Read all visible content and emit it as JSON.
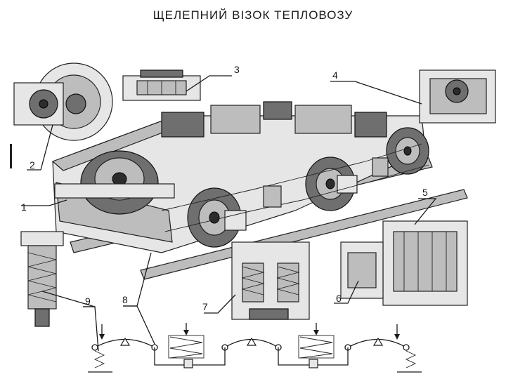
{
  "title": "ЩЕЛЕПНИЙ  ВІЗОК  ТЕПЛОВОЗУ",
  "callouts": [
    "1",
    "2",
    "3",
    "4",
    "5",
    "6",
    "7",
    "8",
    "9"
  ],
  "icons": [
    "bogie-frame-drawing",
    "wheelset-drawing",
    "axle-box-detail",
    "spring-detail",
    "traction-motor-detail",
    "scheme-diagram"
  ]
}
